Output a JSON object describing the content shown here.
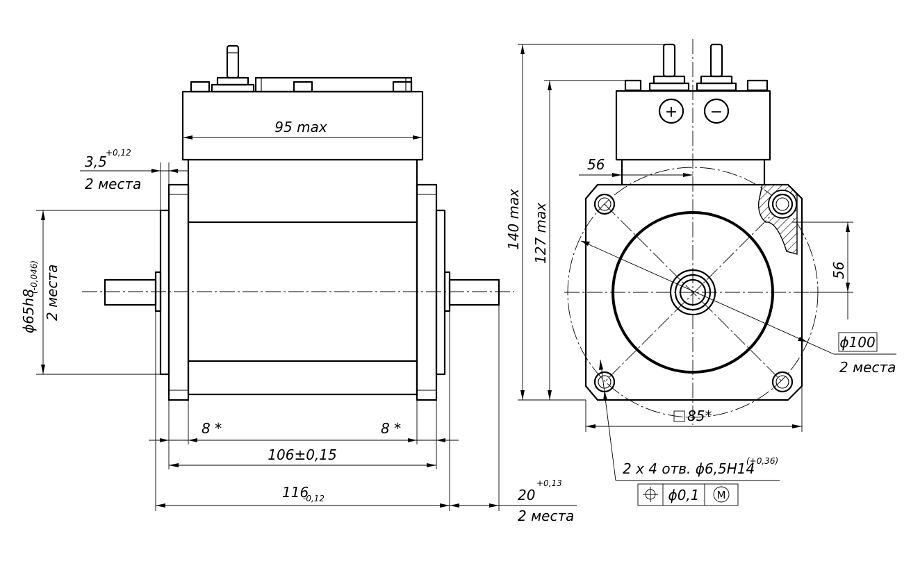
{
  "side_view": {
    "dim_width_box": "95 max",
    "dim_slot": "3,5",
    "dim_slot_tol": "+0,12",
    "dim_slot_note": "2 места",
    "dim_diameter": "ϕ65h8",
    "dim_diameter_tol": "(-0,046)",
    "dim_diameter_note": "2 места",
    "dim_flange_left": "8 *",
    "dim_flange_right": "8 *",
    "dim_length_inner": "106±0,15",
    "dim_length_total": "116",
    "dim_length_total_tol": "-0,12",
    "dim_shaft": "20",
    "dim_shaft_tol": "+0,13",
    "dim_shaft_note": "2 места"
  },
  "front_view": {
    "dim_height_total": "140 max",
    "dim_height_body": "127 max",
    "dim_top_offset": "56",
    "dim_side_offset": "56",
    "dim_bolt_circle": "ϕ100",
    "dim_bolt_circle_note": "2 места",
    "dim_square": "85*",
    "holes_note": "2 х 4 отв. ϕ6,5H14",
    "holes_tol": "(+0,36)",
    "terminal_plus": "+",
    "terminal_minus": "−",
    "tolerance_frame": {
      "value": "ϕ0,1",
      "modifier": "M"
    }
  }
}
